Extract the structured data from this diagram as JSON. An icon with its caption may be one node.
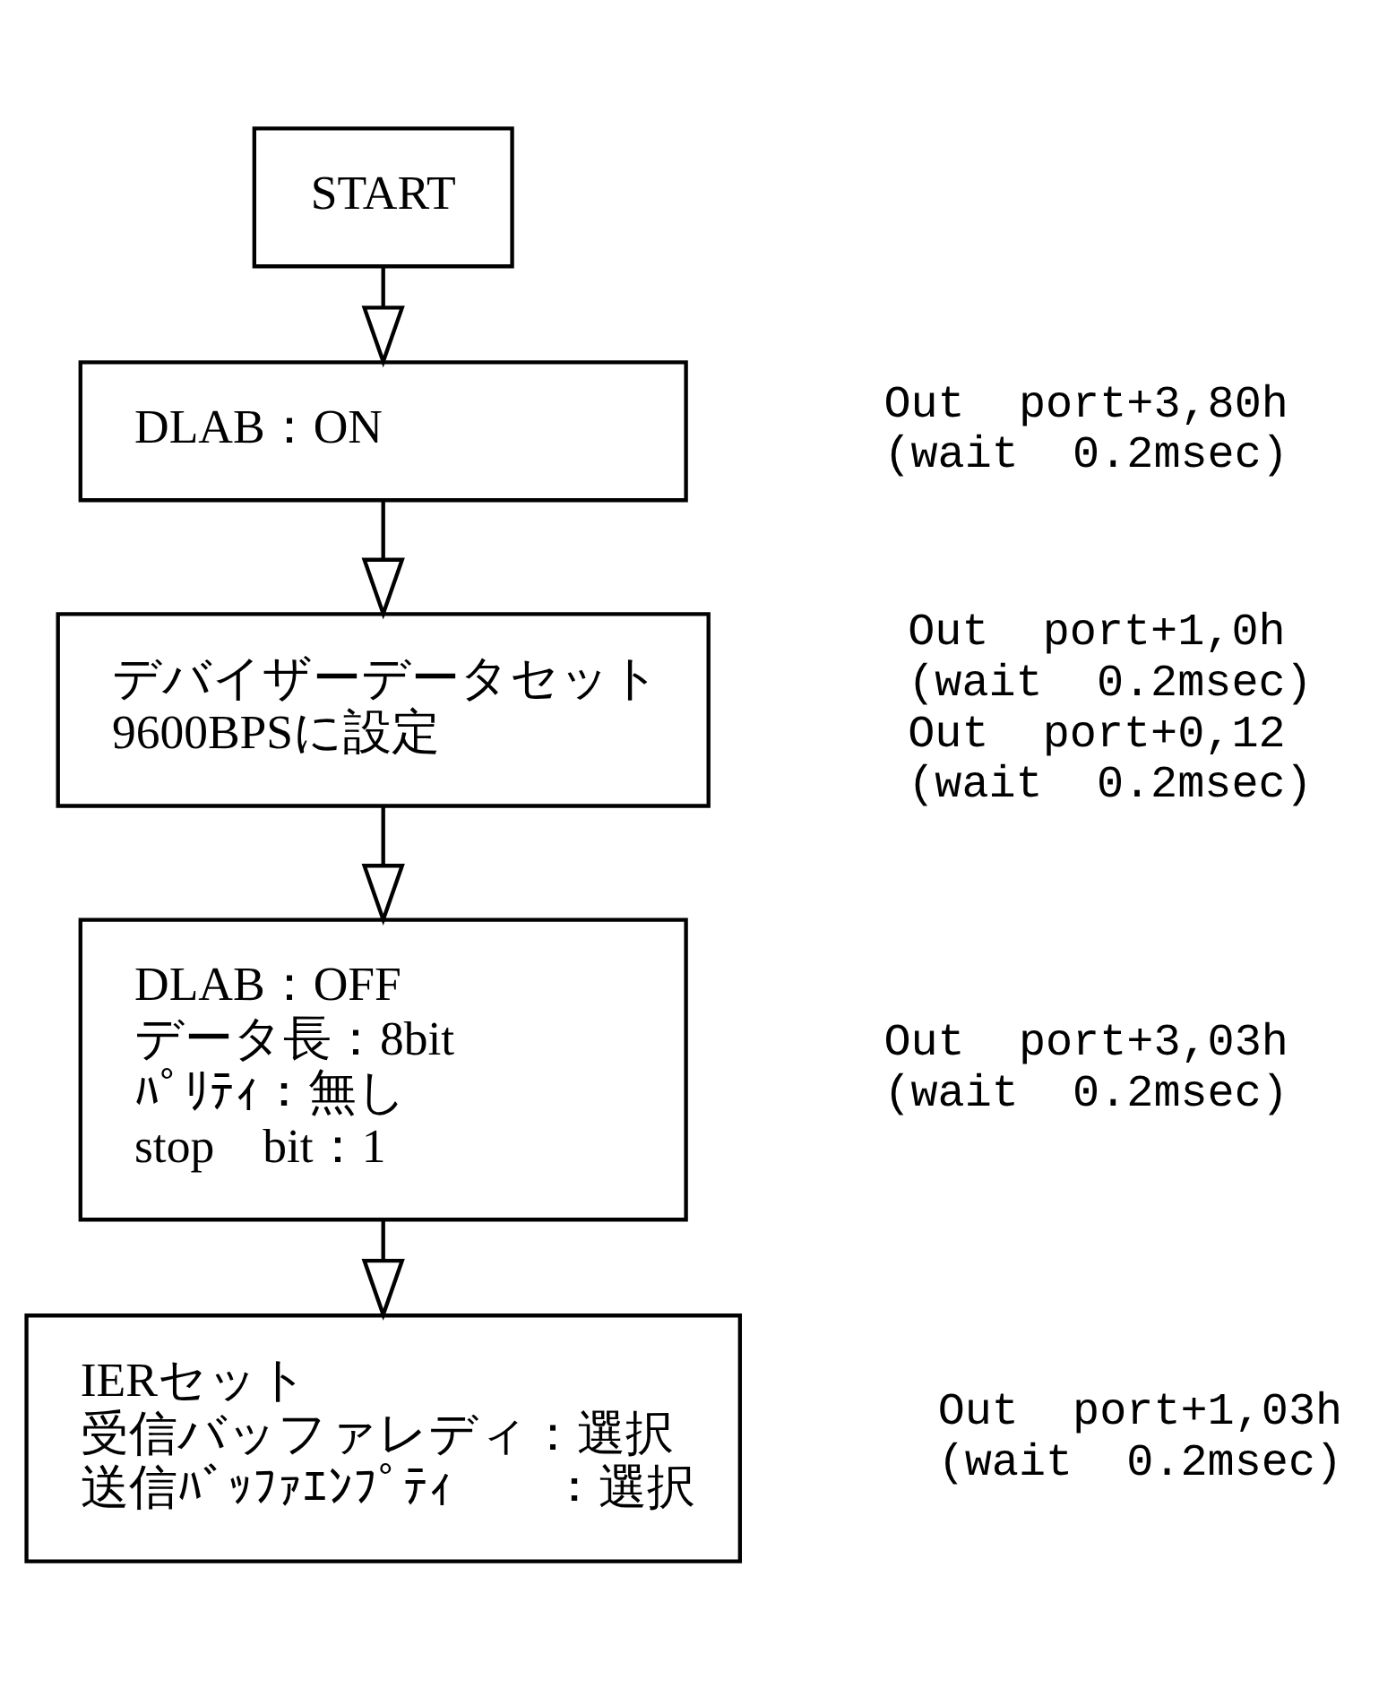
{
  "diagram": {
    "nodes": [
      {
        "text": [
          "START"
        ]
      },
      {
        "text": [
          "DLAB：ON"
        ],
        "beside": [
          "Out  port+3,80h",
          "(wait  0.2msec)"
        ]
      },
      {
        "text": [
          "デバイザーデータセット",
          "9600BPSに設定"
        ],
        "beside": [
          "Out  port+1,0h",
          "(wait  0.2msec)",
          "Out  port+0,12",
          "(wait  0.2msec)"
        ]
      },
      {
        "text": [
          "DLAB：OFF",
          "データ長：8bit",
          "ﾊﾟﾘﾃｨ：無し",
          "stop　bit：1"
        ],
        "beside": [
          "Out  port+3,03h",
          "(wait  0.2msec)"
        ]
      },
      {
        "text": [
          "IERセット",
          "受信バッファレディ：選択",
          "送信ﾊﾞｯﾌｧｴﾝﾌﾟﾃｨ　　：選択"
        ],
        "beside": [
          "Out  port+1,03h",
          "(wait  0.2msec)"
        ]
      }
    ],
    "edges": [
      {
        "from": 0,
        "to": 1,
        "arrow": "to"
      },
      {
        "from": 1,
        "to": 2,
        "arrow": "to"
      },
      {
        "from": 2,
        "to": 3,
        "arrow": "to"
      },
      {
        "from": 3,
        "to": 4,
        "arrow": "to"
      }
    ]
  }
}
